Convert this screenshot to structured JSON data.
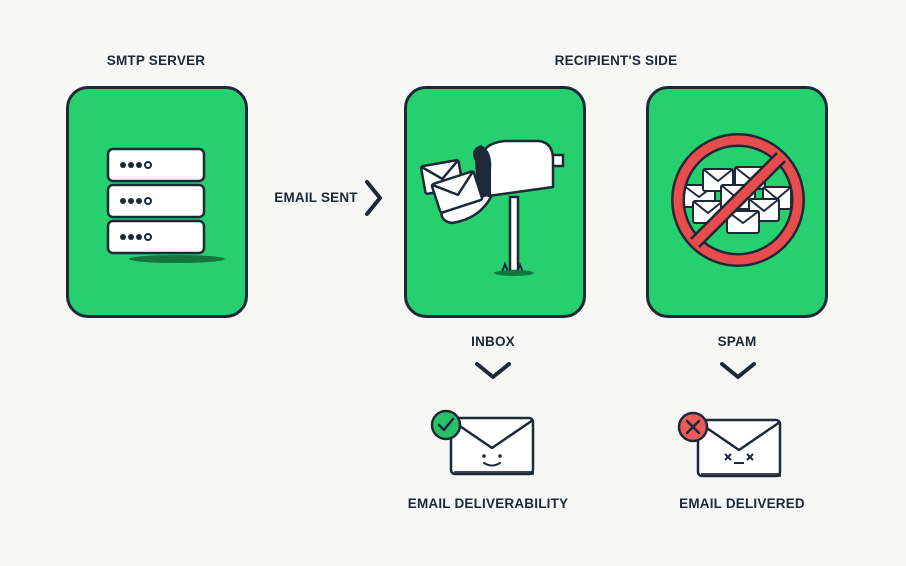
{
  "colors": {
    "panel_green": "#27d06f",
    "ink": "#1d2939",
    "background": "#f7f7f5",
    "check_green": "#27c267",
    "error_red": "#ec5a5a",
    "prohibit_red": "#e84c4c",
    "shadow": "#14763e"
  },
  "labels": {
    "smtp_server": "SMTP SERVER",
    "recipients_side": "RECIPIENT'S SIDE",
    "email_sent": "EMAIL SENT",
    "inbox": "INBOX",
    "spam": "SPAM",
    "email_deliverability": "EMAIL DELIVERABILITY",
    "email_delivered": "EMAIL DELIVERED"
  },
  "icons": {
    "server": "server-rack-icon",
    "mailbox": "mailbox-icon",
    "spam": "prohibited-emails-icon",
    "arrow_right": "chevron-right-icon",
    "arrow_down": "chevron-down-icon",
    "happy_envelope": "happy-envelope-icon",
    "sad_envelope": "sad-envelope-icon",
    "check_badge": "check-badge-icon",
    "error_badge": "x-badge-icon"
  }
}
